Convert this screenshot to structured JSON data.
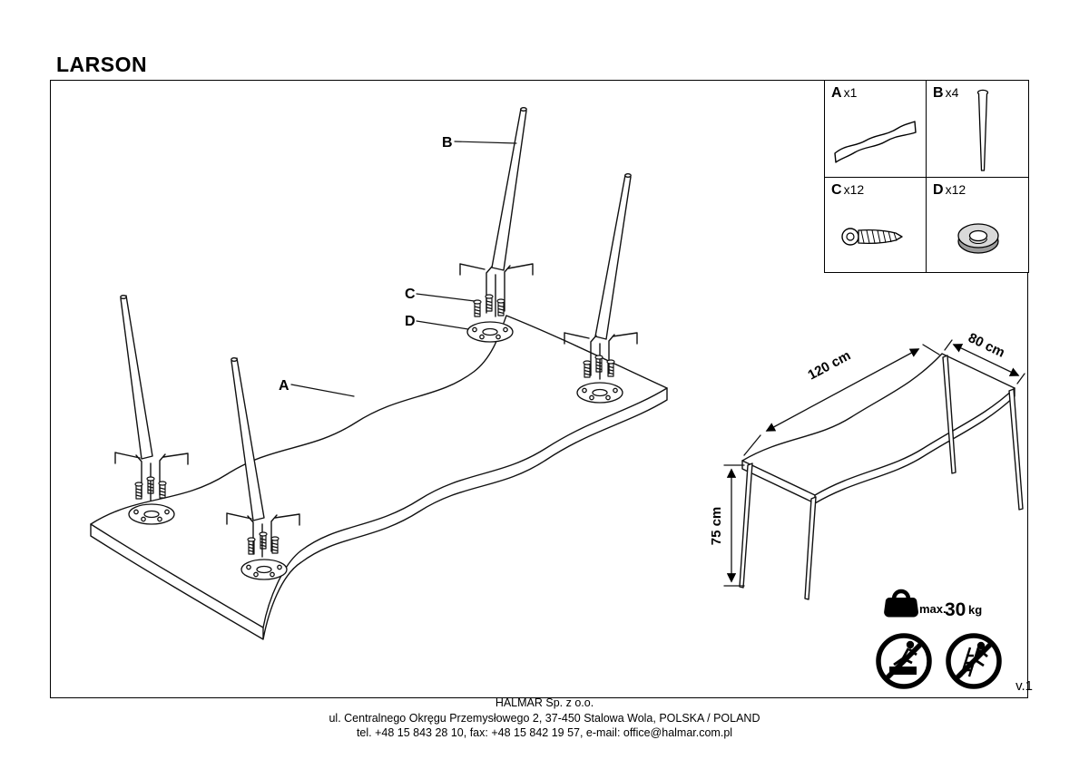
{
  "title": "LARSON",
  "version": "v.1",
  "parts_box": {
    "items": [
      {
        "letter": "A",
        "qty": "x1"
      },
      {
        "letter": "B",
        "qty": "x4"
      },
      {
        "letter": "C",
        "qty": "x12"
      },
      {
        "letter": "D",
        "qty": "x12"
      }
    ]
  },
  "exploded_labels": {
    "a": "A",
    "b": "B",
    "c": "C",
    "d": "D"
  },
  "dimensions": {
    "length": "120 cm",
    "depth": "80 cm",
    "height": "75 cm"
  },
  "max_load": {
    "prefix": "max.",
    "value": "30",
    "unit": "kg"
  },
  "footer": {
    "company": "HALMAR Sp. z o.o.",
    "address": "ul. Centralnego Okręgu Przemysłowego 2, 37-450 Stalowa Wola, POLSKA / POLAND",
    "contact": "tel. +48 15 843 28 10, fax: +48 15 842 19 57, e-mail: office@halmar.com.pl"
  }
}
